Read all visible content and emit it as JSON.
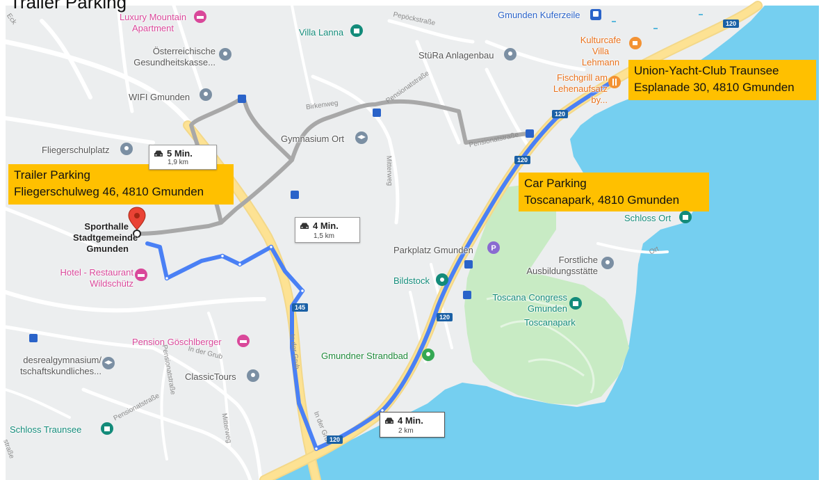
{
  "title": "Trailer Parking",
  "callouts": {
    "trailer": {
      "line1": "Trailer Parking",
      "line2": "Fliegerschulweg 46, 4810 Gmunden"
    },
    "car": {
      "line1": "Car Parking",
      "line2": "Toscanapark, 4810 Gmunden"
    },
    "yacht": {
      "line1": "Union-Yacht-Club Traunsee",
      "line2": "Esplanade 30, 4810 Gmunden"
    }
  },
  "pois": {
    "luxury": "Luxury Mountain Apartment",
    "oegk": "Österreichische Gesundheitskasse...",
    "wifi": "WIFI Gmunden",
    "flieger": "Fliegerschulplatz",
    "villa_lanna": "Villa Lanna",
    "stura": "StüRa Anlagenbau",
    "gymnasium": "Gymnasium Ort",
    "kuferzeile": "Gmunden Kuferzeile",
    "kulturcafe": "Kulturcafe Villa Lehmann",
    "fischgrill": "Fischgrill am Lehenaufsatz by...",
    "sporthalle": "Sporthalle Stadtgemeinde Gmunden",
    "hotel": "Hotel - Restaurant Wildschütz",
    "parkplatz": "Parkplatz Gmunden",
    "bildstock": "Bildstock",
    "forstliche": "Forstliche Ausbildungsstätte",
    "schloss_ort": "Schloss Ort",
    "toscana_congress": "Toscana Congress Gmunden",
    "toscanapark": "Toscanapark",
    "pension": "Pension Göschlberger",
    "realgym": "desrealgymnasium/ tschaftskundliches...",
    "classictours": "ClassicTours",
    "strandbad": "Gmundner Strandbad",
    "schloss_traunsee": "Schloss Traunsee"
  },
  "routes": [
    {
      "time": "5 Min.",
      "dist": "1,9 km"
    },
    {
      "time": "4 Min.",
      "dist": "1,5 km"
    },
    {
      "time": "4 Min.",
      "dist": "2 km"
    }
  ],
  "shields": [
    "120",
    "120",
    "120",
    "120",
    "120",
    "145"
  ],
  "streets": [
    "Pepöckstraße",
    "Birkenweg",
    "Pensionatstraße",
    "Pensionatstraße",
    "Mitterweg",
    "In der Grub",
    "In der Grub",
    "Pensionatstraße",
    "Mitterweg",
    "Ort",
    "Eck",
    "straße"
  ],
  "colors": {
    "route_active": "#4a80f5",
    "route_alt": "#a8a8a8",
    "water": "#75cff0",
    "park": "#c8ebc4",
    "callout": "#ffc000",
    "major_road": "#fde293"
  }
}
